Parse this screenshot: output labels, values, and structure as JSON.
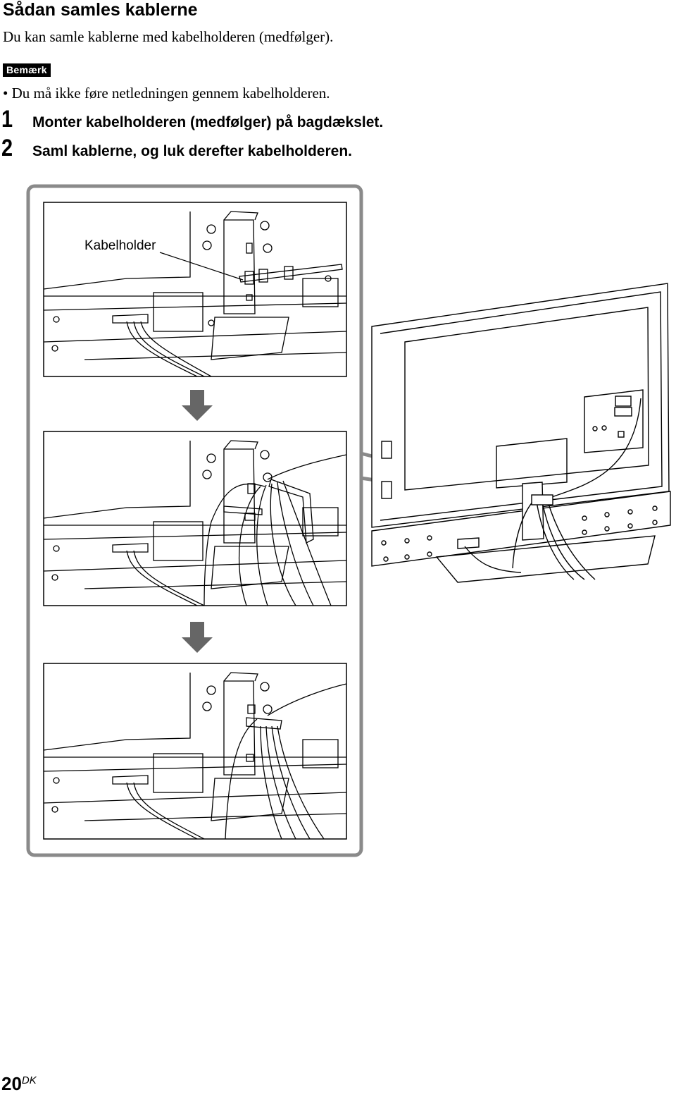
{
  "heading": "Sådan samles kablerne",
  "intro": "Du kan samle kablerne med kabelholderen (medfølger).",
  "note": {
    "badge": "Bemærk",
    "items": [
      "• Du må ikke føre netledningen gennem kabelholderen."
    ]
  },
  "steps": [
    {
      "number": "1",
      "text": "Monter kabelholderen (medfølger) på bagdækslet."
    },
    {
      "number": "2",
      "text": "Saml kablerne, og luk derefter kabelholderen."
    }
  ],
  "illustration": {
    "callout": "Kabelholder",
    "icons": [
      "arrow-down-icon",
      "arrow-down-icon"
    ]
  },
  "footer": {
    "page_number": "20",
    "language_code": "DK"
  }
}
